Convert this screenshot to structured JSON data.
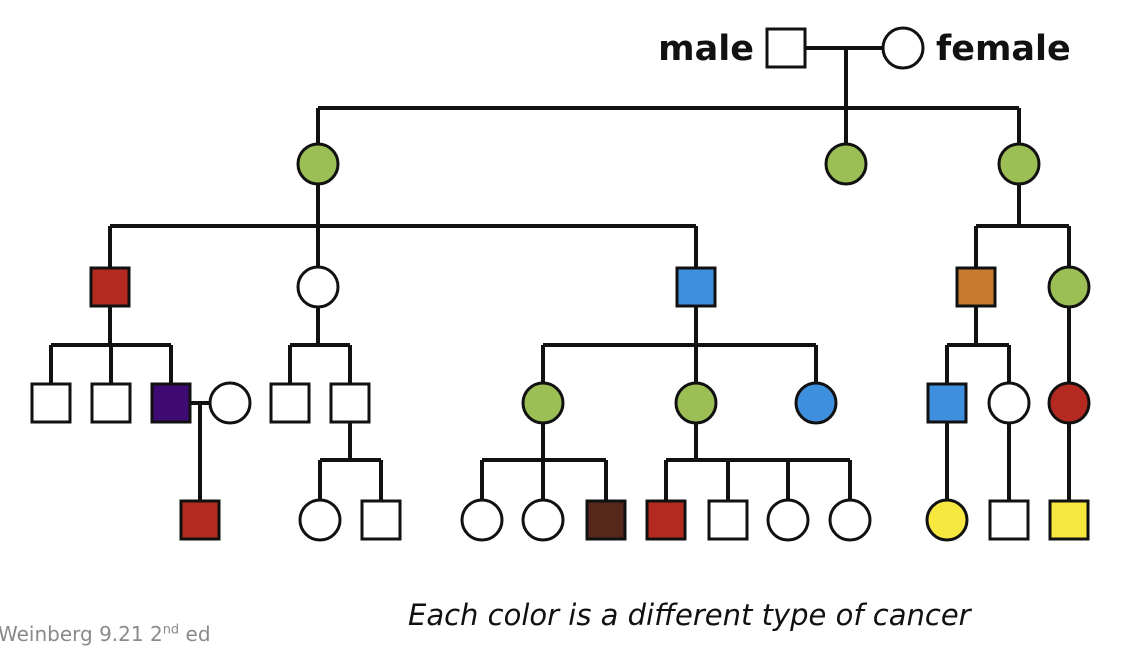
{
  "legend": {
    "male_label": "male",
    "female_label": "female"
  },
  "caption": "Each color is a different type of cancer",
  "source": {
    "prefix": "Weinberg  9.21 2",
    "superscript": "nd",
    "suffix": " ed"
  },
  "colors": {
    "unaffected": "#ffffff",
    "green": "#9bbf55",
    "red": "#b52a20",
    "blue": "#3f8fdf",
    "purple": "#3f0a72",
    "orange": "#c87a2e",
    "brown": "#55281a",
    "yellow": "#f7e840"
  },
  "individuals": [
    {
      "id": "gen2-daughter-left",
      "sex": "female",
      "color": "green"
    },
    {
      "id": "gen2-daughter-middle",
      "sex": "female",
      "color": "green"
    },
    {
      "id": "gen2-daughter-right",
      "sex": "female",
      "color": "green"
    },
    {
      "id": "gen3-son-a",
      "sex": "male",
      "color": "red"
    },
    {
      "id": "gen3-daughter-b",
      "sex": "female",
      "color": "unaffected"
    },
    {
      "id": "gen3-son-c",
      "sex": "male",
      "color": "blue"
    },
    {
      "id": "gen3-son-d",
      "sex": "male",
      "color": "orange"
    },
    {
      "id": "gen3-daughter-e",
      "sex": "female",
      "color": "green"
    },
    {
      "id": "gen4-son-1",
      "sex": "male",
      "color": "unaffected"
    },
    {
      "id": "gen4-son-2",
      "sex": "male",
      "color": "unaffected"
    },
    {
      "id": "gen4-son-3",
      "sex": "male",
      "color": "purple"
    },
    {
      "id": "gen4-spouse-3",
      "sex": "female",
      "color": "unaffected"
    },
    {
      "id": "gen4-son-4",
      "sex": "male",
      "color": "unaffected"
    },
    {
      "id": "gen4-son-5",
      "sex": "male",
      "color": "unaffected"
    },
    {
      "id": "gen4-daughter-6",
      "sex": "female",
      "color": "green"
    },
    {
      "id": "gen4-daughter-7",
      "sex": "female",
      "color": "green"
    },
    {
      "id": "gen4-daughter-8",
      "sex": "female",
      "color": "blue"
    },
    {
      "id": "gen4-son-9",
      "sex": "male",
      "color": "blue"
    },
    {
      "id": "gen4-daughter-10",
      "sex": "female",
      "color": "unaffected"
    },
    {
      "id": "gen4-daughter-11",
      "sex": "female",
      "color": "red"
    },
    {
      "id": "gen5-son-1",
      "sex": "male",
      "color": "red"
    },
    {
      "id": "gen5-daughter-2",
      "sex": "female",
      "color": "unaffected"
    },
    {
      "id": "gen5-son-3",
      "sex": "male",
      "color": "unaffected"
    },
    {
      "id": "gen5-daughter-4",
      "sex": "female",
      "color": "unaffected"
    },
    {
      "id": "gen5-daughter-5",
      "sex": "female",
      "color": "unaffected"
    },
    {
      "id": "gen5-son-6",
      "sex": "male",
      "color": "brown"
    },
    {
      "id": "gen5-son-7",
      "sex": "male",
      "color": "red"
    },
    {
      "id": "gen5-son-8",
      "sex": "male",
      "color": "unaffected"
    },
    {
      "id": "gen5-daughter-9",
      "sex": "female",
      "color": "unaffected"
    },
    {
      "id": "gen5-daughter-10",
      "sex": "female",
      "color": "unaffected"
    },
    {
      "id": "gen5-daughter-11",
      "sex": "female",
      "color": "yellow"
    },
    {
      "id": "gen5-son-12",
      "sex": "male",
      "color": "unaffected"
    },
    {
      "id": "gen5-son-13",
      "sex": "male",
      "color": "yellow"
    }
  ]
}
